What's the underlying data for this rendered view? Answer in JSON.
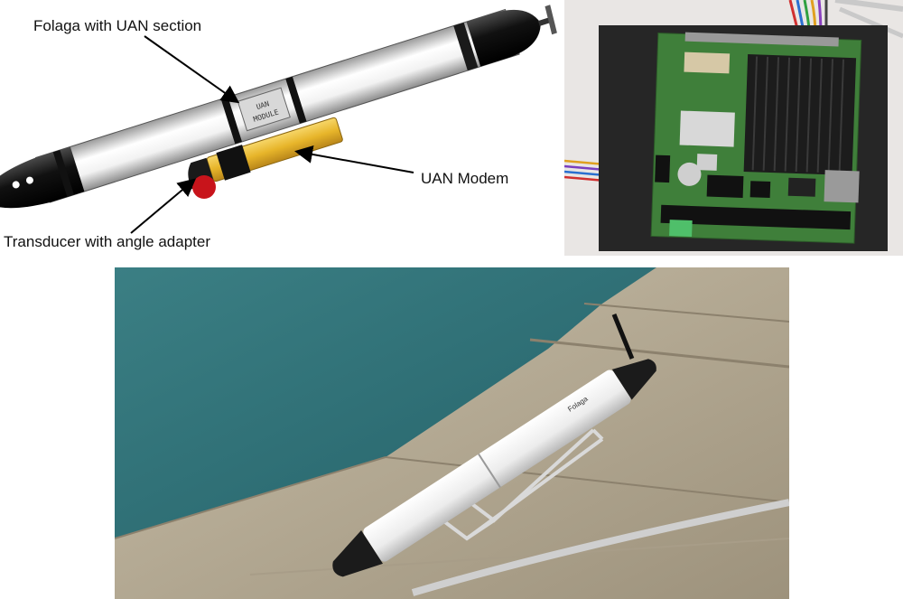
{
  "diagram": {
    "labels": {
      "folaga_section": "Folaga with UAN section",
      "uan_modem": "UAN Modem",
      "transducer": "Transducer with angle adapter"
    },
    "module_text": {
      "line1": "UAN",
      "line2": "MODULE"
    }
  },
  "photos": {
    "hull_marking": "Folaga"
  },
  "colors": {
    "hull_white": "#f4f4f4",
    "nose_black": "#111111",
    "modem_yellow": "#e7b52a",
    "transducer_red": "#c8141b",
    "board_green": "#3f7f3a",
    "heatsink": "#1c1c1c",
    "foam": "#2a2a2a",
    "water": "#2f6d74",
    "stone": "#b7aa92"
  }
}
